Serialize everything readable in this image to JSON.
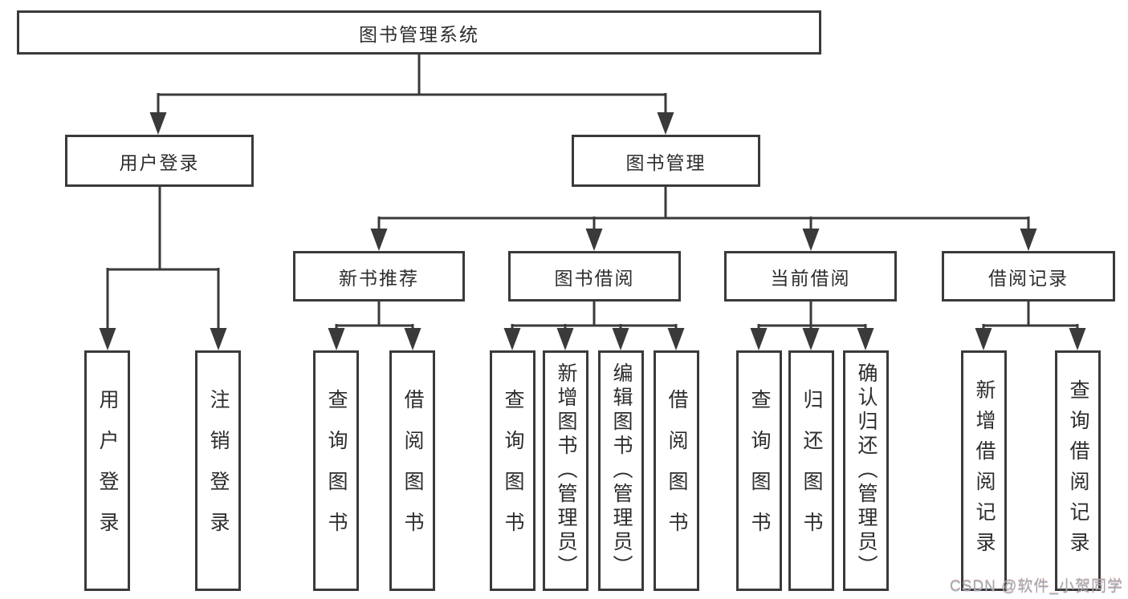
{
  "diagram": {
    "root": {
      "label": "图书管理系统"
    },
    "branches": [
      {
        "label": "用户登录",
        "children": [
          {
            "label": "用户登录"
          },
          {
            "label": "注销登录"
          }
        ]
      },
      {
        "label": "图书管理",
        "children": [
          {
            "label": "新书推荐",
            "children": [
              {
                "label": "查询图书"
              },
              {
                "label": "借阅图书"
              }
            ]
          },
          {
            "label": "图书借阅",
            "children": [
              {
                "label": "查询图书"
              },
              {
                "label": "新增图书（管理员）"
              },
              {
                "label": "编辑图书（管理员）"
              },
              {
                "label": "借阅图书"
              }
            ]
          },
          {
            "label": "当前借阅",
            "children": [
              {
                "label": "查询图书"
              },
              {
                "label": "归还图书"
              },
              {
                "label": "确认归还（管理员）"
              }
            ]
          },
          {
            "label": "借阅记录",
            "children": [
              {
                "label": "新增借阅记录"
              },
              {
                "label": "查询借阅记录"
              }
            ]
          }
        ]
      }
    ]
  },
  "watermark": {
    "text": "CSDN @软件_小贺同学"
  },
  "colors": {
    "line": "#3a3a3a",
    "node_border": "#3a3a3a",
    "node_fill": "#ffffff",
    "node_text": "#2d2d2d",
    "watermark_text": "#a8a8a8"
  }
}
